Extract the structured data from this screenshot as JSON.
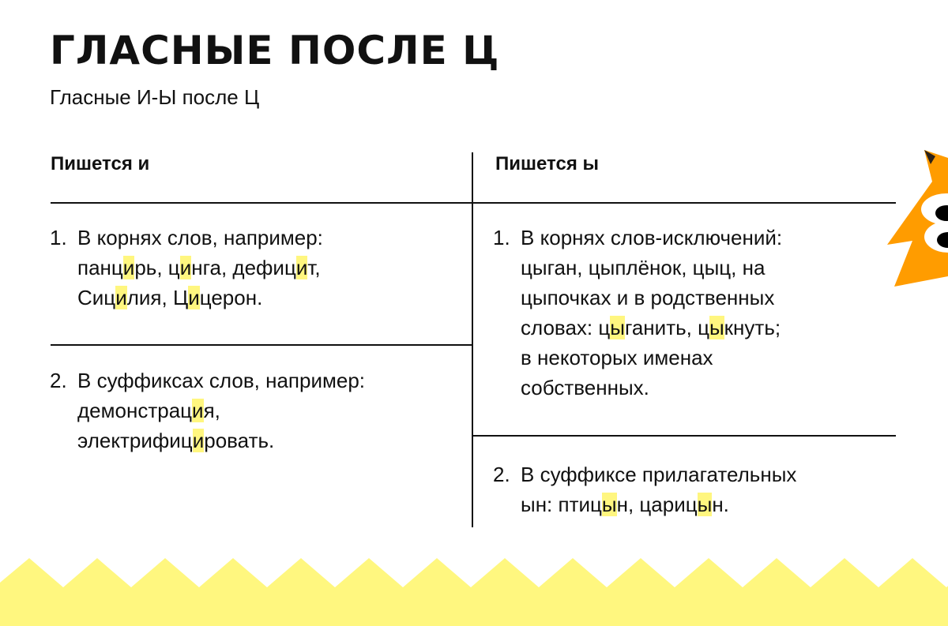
{
  "title": "ГЛАСНЫЕ ПОСЛЕ Ц",
  "subtitle": "Гласные И-Ы после Ц",
  "colors": {
    "highlight": "#fff67f",
    "zigzag": "#fff77f",
    "mascot": "#ff9c00"
  },
  "columns": [
    {
      "header": "Пишется и",
      "items": [
        {
          "num": "1.",
          "lines": [
            [
              {
                "t": "В корнях слов, например:"
              }
            ],
            [
              {
                "t": "панц"
              },
              {
                "t": "и",
                "hl": true
              },
              {
                "t": "рь, ц"
              },
              {
                "t": "и",
                "hl": true
              },
              {
                "t": "нга, дефиц"
              },
              {
                "t": "и",
                "hl": true
              },
              {
                "t": "т,"
              }
            ],
            [
              {
                "t": "Сиц"
              },
              {
                "t": "и",
                "hl": true
              },
              {
                "t": "лия, Ц"
              },
              {
                "t": "и",
                "hl": true
              },
              {
                "t": "церон."
              }
            ]
          ]
        },
        {
          "num": "2.",
          "lines": [
            [
              {
                "t": "В суффиксах слов, например:"
              }
            ],
            [
              {
                "t": "демонстрац"
              },
              {
                "t": "и",
                "hl": true
              },
              {
                "t": "я,"
              }
            ],
            [
              {
                "t": "электрифиц"
              },
              {
                "t": "и",
                "hl": true
              },
              {
                "t": "ровать."
              }
            ]
          ]
        }
      ]
    },
    {
      "header": "Пишется ы",
      "items": [
        {
          "num": "1.",
          "lines": [
            [
              {
                "t": "В корнях слов-исключений:"
              }
            ],
            [
              {
                "t": "цыган, цыплёнок, цыц, на"
              }
            ],
            [
              {
                "t": "цыпочках и в родственных"
              }
            ],
            [
              {
                "t": "словах: ц"
              },
              {
                "t": "ы",
                "hl": true
              },
              {
                "t": "ганить, ц"
              },
              {
                "t": "ы",
                "hl": true
              },
              {
                "t": "кнуть;"
              }
            ],
            [
              {
                "t": "в некоторых именах"
              }
            ],
            [
              {
                "t": "собственных."
              }
            ]
          ]
        },
        {
          "num": "2.",
          "lines": [
            [
              {
                "t": "В суффиксе прилагательных"
              }
            ],
            [
              {
                "t": "ын: птиц"
              },
              {
                "t": "ы",
                "hl": true
              },
              {
                "t": "н, цариц"
              },
              {
                "t": "ы",
                "hl": true
              },
              {
                "t": "н."
              }
            ]
          ]
        }
      ]
    }
  ]
}
